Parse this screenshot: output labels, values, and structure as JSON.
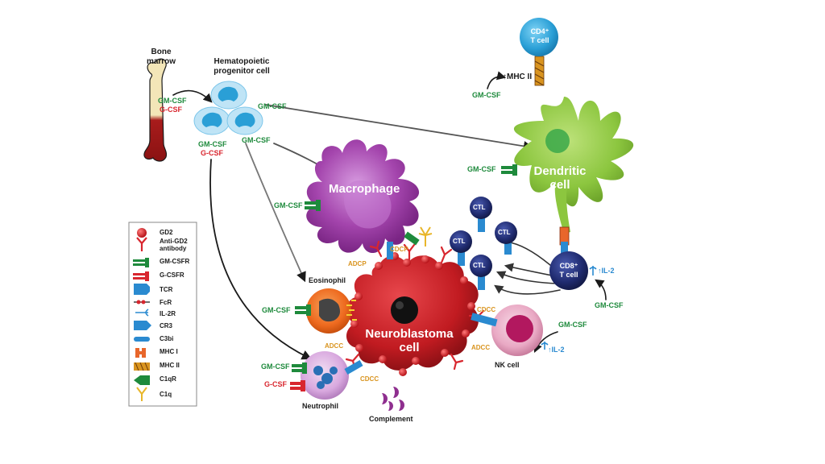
{
  "cells": {
    "bone_marrow": "Bone\nmarrow",
    "progenitor": "Hematopoietic\nprogenitor cell",
    "macrophage": "Macrophage",
    "dendritic": "Dendritic\ncell",
    "cd4": "CD4⁺\nT cell",
    "cd8": "CD8⁺\nT cell",
    "neuroblastoma": "Neuroblastoma\ncell",
    "eosinophil": "Eosinophil",
    "neutrophil": "Neutrophil",
    "nk": "NK cell",
    "complement": "Complement",
    "ctl": "CTL"
  },
  "signals": {
    "gmcsf": "GM-CSF",
    "gcsf": "G-CSF",
    "mhc2_up": "↑MHC II",
    "il2_up": "↑IL-2"
  },
  "mechanisms": {
    "adcp": "ADCP",
    "cdcp": "CDCP",
    "adcc": "ADCC",
    "cdcc": "CDCC"
  },
  "legend": [
    {
      "label": "GD2",
      "icon": "gd2-icon"
    },
    {
      "label": "Anti-GD2\nantibody",
      "icon": "antibody-icon"
    },
    {
      "label": "GM-CSFR",
      "icon": "gmcsfr-icon"
    },
    {
      "label": "G-CSFR",
      "icon": "gcsfr-icon"
    },
    {
      "label": "TCR",
      "icon": "tcr-icon"
    },
    {
      "label": "FcR",
      "icon": "fcr-icon"
    },
    {
      "label": "IL-2R",
      "icon": "il2r-icon"
    },
    {
      "label": "CR3",
      "icon": "cr3-icon"
    },
    {
      "label": "C3bi",
      "icon": "c3bi-icon"
    },
    {
      "label": "MHC I",
      "icon": "mhc1-icon"
    },
    {
      "label": "MHC II",
      "icon": "mhc2-icon"
    },
    {
      "label": "C1qR",
      "icon": "c1qr-icon"
    },
    {
      "label": "C1q",
      "icon": "c1q-icon"
    }
  ],
  "colors": {
    "gmcsf_green": "#1e8a3c",
    "gcsf_red": "#d8262e",
    "mechanism_orange": "#d9941f",
    "il2_blue": "#2a8ad0",
    "neuroblastoma_red": "#c41e24",
    "macrophage_purple": "#9b3aa4",
    "dendritic_green": "#8cc63f",
    "tcell_navy": "#1f2a6e",
    "progenitor_blue": "#7cc6ea"
  }
}
